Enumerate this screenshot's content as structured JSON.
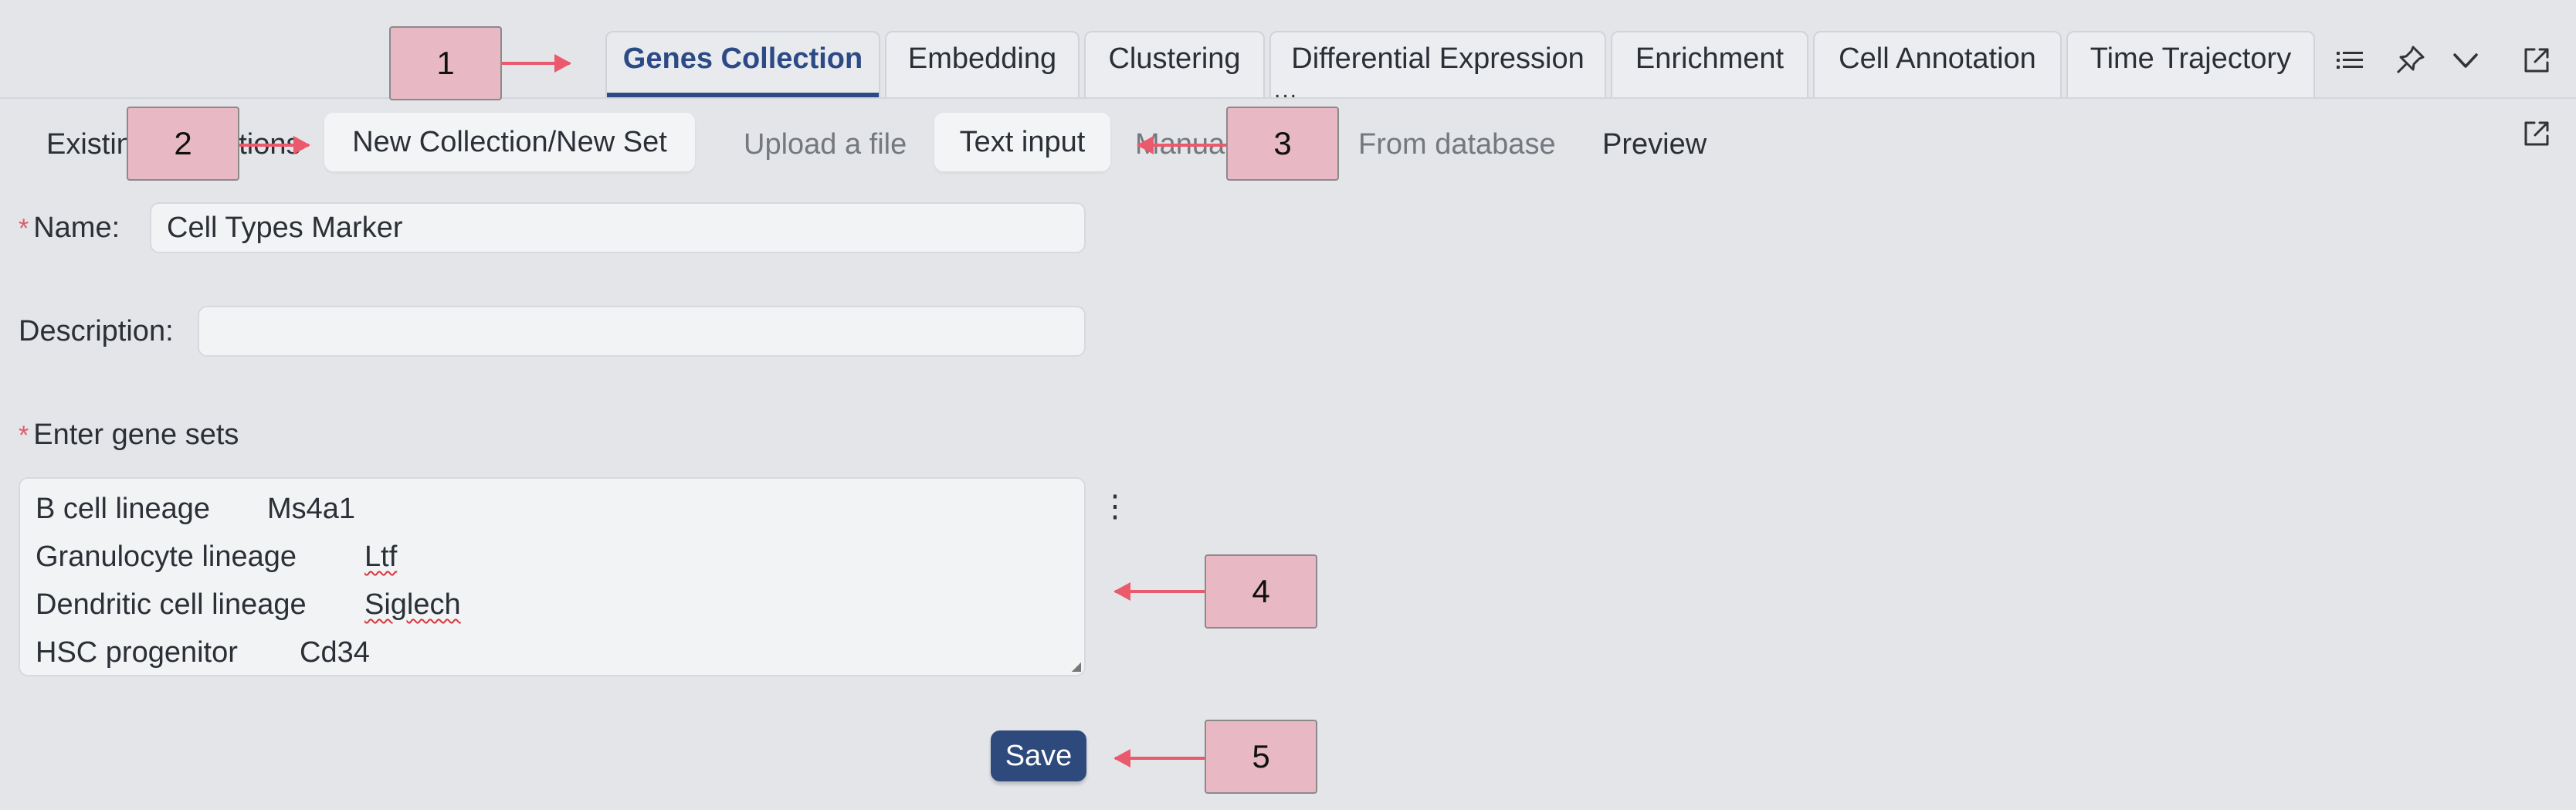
{
  "tabs": [
    {
      "label": "Genes Collection",
      "active": true
    },
    {
      "label": "Embedding"
    },
    {
      "label": "Clustering"
    },
    {
      "label": "Differential Expression"
    },
    {
      "label": "Enrichment"
    },
    {
      "label": "Cell Annotation"
    },
    {
      "label": "Time Trajectory"
    }
  ],
  "tab_overflow": "...",
  "toolbar_icons": [
    "list-icon",
    "pin-icon",
    "chevron-down-icon",
    "external-link-icon"
  ],
  "subtabs": {
    "existing": "Existing Collections",
    "new": "New Collection/New Set",
    "upload": "Upload a file",
    "text_input": "Text input",
    "manual": "Manual",
    "database": "From database",
    "preview": "Preview"
  },
  "form": {
    "required_mark": "*",
    "name_label": "Name",
    "colon": ":",
    "name_value": "Cell Types Marker",
    "description_label": "Description",
    "description_value": "",
    "gene_sets_label": "Enter gene sets",
    "gene_sets": [
      {
        "name": "B cell lineage",
        "marker": "Ms4a1",
        "misspelled": false
      },
      {
        "name": "Granulocyte lineage",
        "marker": "Ltf",
        "misspelled": true
      },
      {
        "name": "Dendritic cell lineage",
        "marker": "Siglech",
        "misspelled": true
      },
      {
        "name": "HSC progenitor",
        "marker": "Cd34",
        "misspelled": false
      }
    ],
    "save_label": "Save",
    "kebab": "⋮"
  },
  "callouts": [
    "1",
    "2",
    "3",
    "4",
    "5"
  ],
  "colors": {
    "accent": "#2c4a86",
    "save_button": "#2e4a7d",
    "callout_fill": "#e8b9c5",
    "arrow": "#ea5a6c",
    "required": "#e05a66"
  }
}
